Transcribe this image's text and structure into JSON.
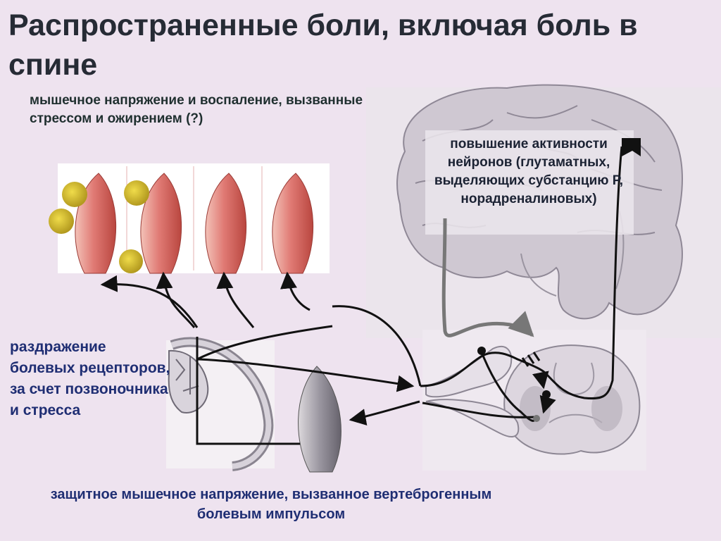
{
  "title": "Распространенные боли, включая боль в спине",
  "labels": {
    "muscle_tension": "мышечное напряжение и воспаление, вызванные стрессом и ожирением (?)",
    "neuron_activity": "повышение активности нейронов (глутаматных, выделяющих субстанцию Р, норадреналиновых)",
    "receptor_irritation": "раздражение болевых рецепторов, за счет позвоночника и стресса",
    "protective_tension": "защитное мышечное напряжение, вызванное вертеброгенным болевым импульсом"
  },
  "colors": {
    "background": "#eee3ef",
    "muscle": "#e07a74",
    "fat_cell": "#c9b22c",
    "brain": "#c9c2cd",
    "pathway": "#111111",
    "descending_pathway": "#777777",
    "label_blue": "#1f2e73"
  },
  "icons": {
    "brain": "brain-section-icon",
    "spinal_cord": "spinal-cord-section-icon",
    "vertebra": "vertebra-section-icon",
    "muscle": "muscle-icon",
    "fat_cell": "fat-cell-icon"
  }
}
